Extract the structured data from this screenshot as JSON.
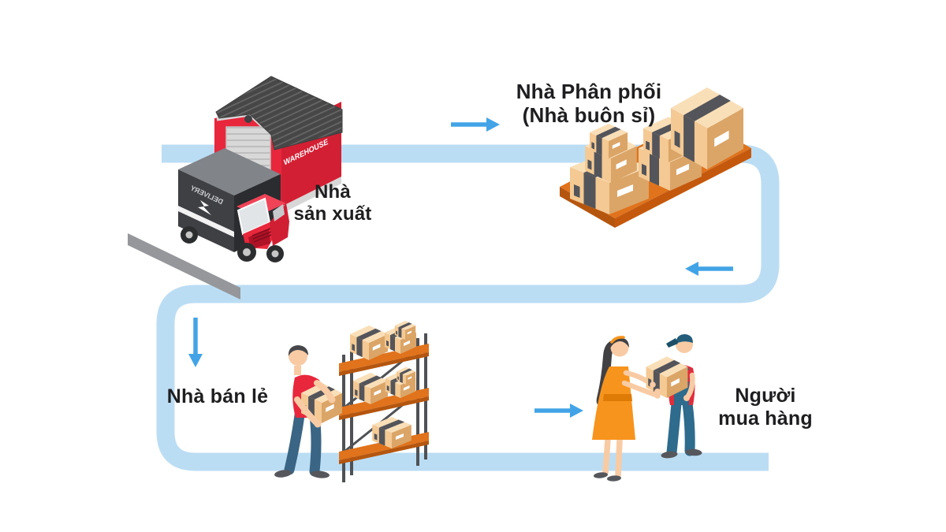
{
  "labels": {
    "manufacturer": {
      "line1": "Nhà",
      "line2": "sản xuất"
    },
    "distributor": {
      "line1": "Nhà Phân phối",
      "line2": "(Nhà buôn sỉ)"
    },
    "retailer": {
      "line1": "Nhà bán lẻ"
    },
    "customer": {
      "line1": "Người",
      "line2": "mua hàng"
    }
  },
  "illustrations": {
    "warehouse_sign": "WAREHOUSE",
    "truck_sign": "DELIVERY"
  },
  "arrows": [
    {
      "id": "manufacturer-to-distributor",
      "direction": "right"
    },
    {
      "id": "distributor-return-run",
      "direction": "left"
    },
    {
      "id": "down-to-retailer",
      "direction": "down"
    },
    {
      "id": "retailer-to-customer",
      "direction": "right"
    }
  ],
  "colors": {
    "pipe": "#BBDDF4",
    "arrow": "#42A4E6",
    "text": "#1E1E20",
    "brand_red": "#E8273C",
    "roof_gray": "#474747",
    "pallet_orange": "#E0731C",
    "box_tan": "#F4C993",
    "dress_orange": "#F7941D",
    "overalls_blue": "#2E6B8D",
    "denim_blue": "#3A6584",
    "skin": "#F8CBA4"
  }
}
